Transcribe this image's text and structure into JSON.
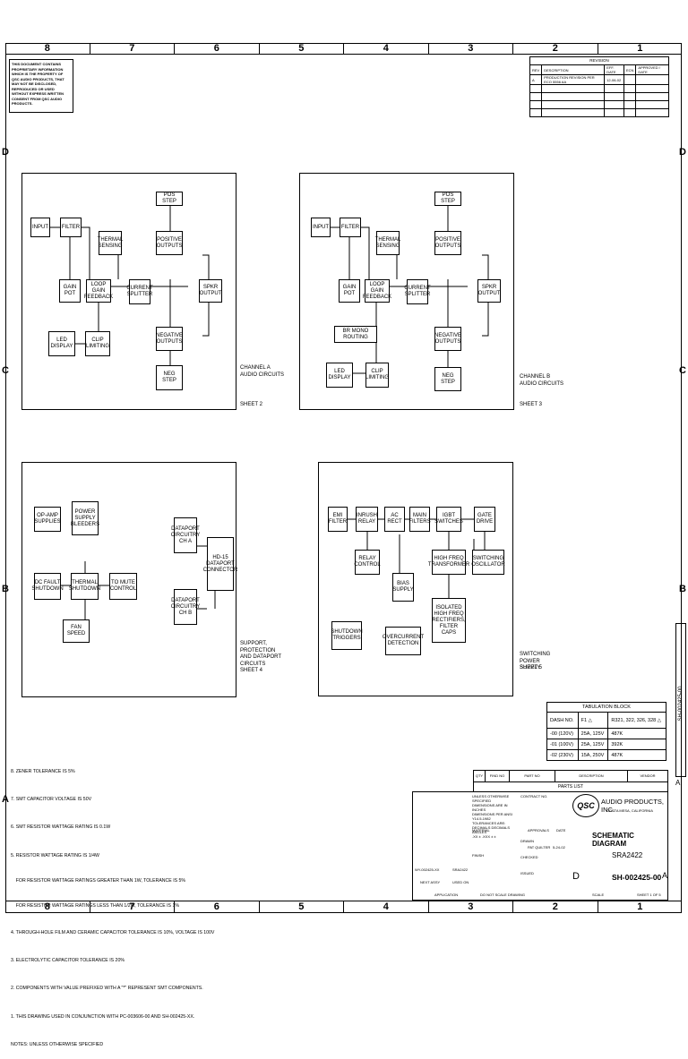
{
  "zones": [
    "8",
    "7",
    "6",
    "5",
    "4",
    "3",
    "2",
    "1"
  ],
  "rows": [
    "D",
    "C",
    "B",
    "A"
  ],
  "proprietary": "THIS DOCUMENT CONTAINS PROPRIETARY INFORMATION WHICH IS THE PROPERTY OF QSC AUDIO PRODUCTS, THAT MAY NOT BE DISCLOSED, REPRODUCED OR USED WITHOUT EXPRESS WRITTEN CONSENT FROM QSC AUDIO PRODUCTS.",
  "revision": {
    "title": "REVISION",
    "headers": [
      "REV",
      "DESCRIPTION",
      "EFF. DATE",
      "ECN",
      "APPROVED / DATE"
    ],
    "rows": [
      [
        "A",
        "PRODUCTION REVISION PER ECO 5556 AA",
        "12-06-02",
        "",
        ""
      ]
    ]
  },
  "channel_a": {
    "blocks": {
      "input": "INPUT",
      "filter": "FILTER",
      "gain": "GAIN\nPOT",
      "thermal": "THERMAL\nSENSING",
      "loop": "LOOP GAIN\nFEEDBACK",
      "current": "CURRENT\nSPLITTER",
      "pos_step": "POS STEP",
      "pos_out": "POSITIVE\nOUTPUTS",
      "spkr": "SPKR\nOUTPUT",
      "neg_out": "NEGATIVE\nOUTPUTS",
      "neg_step": "NEG STEP",
      "led": "LED\nDISPLAY",
      "clip": "CLIP\nLIMITING"
    },
    "caption": "CHANNEL A\nAUDIO CIRCUITS",
    "sheet": "SHEET 2"
  },
  "channel_b": {
    "blocks": {
      "input": "INPUT",
      "filter": "FILTER",
      "gain": "GAIN\nPOT",
      "thermal": "THERMAL\nSENSING",
      "loop": "LOOP GAIN\nFEEDBACK",
      "current": "CURRENT\nSPLITTER",
      "pos_step": "POS STEP",
      "pos_out": "POSITIVE\nOUTPUTS",
      "spkr": "SPKR\nOUTPUT",
      "neg_out": "NEGATIVE\nOUTPUTS",
      "neg_step": "NEG STEP",
      "br_mono": "BR MONO ROUTING",
      "led": "LED\nDISPLAY",
      "clip": "CLIP\nLIMITING"
    },
    "caption": "CHANNEL B\nAUDIO CIRCUITS",
    "sheet": "SHEET 3"
  },
  "support": {
    "blocks": {
      "opamp": "OP-AMP\nSUPPLIES",
      "power": "POWER\nSUPPLY\nBLEEDERS",
      "dc_fault": "DC FAULT\nSHUTDOWN",
      "thermal": "THERMAL\nSHUTDOWN",
      "mute": "TO MUTE\nCONTROL",
      "fan": "FAN SPEED",
      "dp_a": "DATAPORT\nCIRCUITRY\nCH A",
      "hd15": "HD-15\nDATAPORT\nCONNECTOR",
      "dp_b": "DATAPORT\nCIRCUITRY\nCH B"
    },
    "caption": "SUPPORT,\nPROTECTION\nAND DATAPORT\nCIRCUITS",
    "sheet": "SHEET 4"
  },
  "switching": {
    "blocks": {
      "emi": "EMI\nFILTER",
      "inrush": "INRUSH\nRELAY",
      "ac": "AC\nRECT",
      "main": "MAIN\nFILTERS",
      "igbt": "IGBT\nSWITCHES",
      "gate": "GATE\nDRIVE",
      "relay": "RELAY\nCONTROL",
      "hf": "HIGH FREQ\nTRANSFORMER",
      "osc": "SWITCHING\nOSCILLATOR",
      "bias": "BIAS\nSUPPLY",
      "isolated": "ISOLATED\nHIGH FREQ\nRECTIFIERS,\nFILTER CAPS",
      "shutdown": "SHUTDOWN\nTRIGGERS",
      "overcurrent": "OVERCURRENT\nDETECTION"
    },
    "caption": "SWITCHING\nPOWER\nSUPPLY",
    "sheet": "SHEET 5"
  },
  "tabulation": {
    "title": "TABULATION BLOCK",
    "headers": [
      "DASH NO.",
      "F1",
      "R321, 322, 326, 328"
    ],
    "rows": [
      [
        "-00 (120V)",
        "25A, 125V",
        "487K"
      ],
      [
        "-01 (100V)",
        "25A, 125V",
        "392K"
      ],
      [
        "-02 (230V)",
        "15A, 250V",
        "487K"
      ]
    ]
  },
  "notes": [
    "8. ZENER TOLERANCE IS 5%",
    "7. SMT CAPACITOR VOLTAGE IS 50V",
    "6. SMT RESISTOR WATTAGE RATING IS 0.1W",
    "5. RESISTOR WATTAGE RATING IS 1/4W",
    "    FOR RESISTOR WATTAGE RATINGS GREATER THAN 1W, TOLERANCE IS 5%",
    "    FOR RESISTOR WATTAGE RATINGS LESS THAN 1/2W, TOLERANCE IS 1%",
    "4. THROUGH-HOLE FILM AND CERAMIC CAPACITOR TOLERANCE IS 10%, VOLTAGE IS 100V",
    "3. ELECTROLYTIC CAPACITOR TOLERANCE IS 20%",
    "2. COMPONENTS WITH VALUE PREFIXED WITH A \"*\" REPRESENT SMT COMPONENTS.",
    "1. THIS DRAWING USED IN CONJUNCTION WITH PC-003606-00 AND SH-002425-XX.",
    "NOTES: UNLESS OTHERWISE SPECIFIED"
  ],
  "parts_list": {
    "headers": [
      "QTY",
      "FIND NO",
      "PART NO",
      "DESCRIPTION",
      "VENDOR"
    ],
    "title": "PARTS LIST"
  },
  "title_block": {
    "company": "AUDIO PRODUCTS, INC.",
    "location": "COSTA MESA, CALIFORNIA",
    "logo": "QSC",
    "title": "SCHEMATIC DIAGRAM",
    "model": "SRA2422",
    "size": "D",
    "dwg_no": "SH-002425-00",
    "rev": "A",
    "tolerance": "UNLESS OTHERWISE SPECIFIED\nDIMENSIONS ARE IN INCHES\nDIMENSIONS PER ANSI Y14.5-1982\nTOLERANCES ARE:\nDECIMALS   DECIMALS   ANGLES\n.XX ±      .XXX ±     ±",
    "finish": "FINISH",
    "material": "MATERIAL",
    "contract": "CONTRACT NO.",
    "approvals": "APPROVALS",
    "date_hdr": "DATE",
    "drawn": "DRAWN",
    "drawn_by": "PAT QUILTER",
    "drawn_date": "5-24-02",
    "checked": "CHECKED",
    "issued": "ISSUED",
    "next_assy": "NEXT ASSY",
    "used_on": "USED ON",
    "next_assy_val": "WY-002425-XX",
    "used_on_val": "SRA2422",
    "application": "APPLICATION",
    "no_scale": "DO NOT SCALE DRAWING",
    "scale": "SCALE",
    "sheet": "SHEET 1 OF 5",
    "side_label": "SH-002425-00",
    "side_rev": "A"
  }
}
